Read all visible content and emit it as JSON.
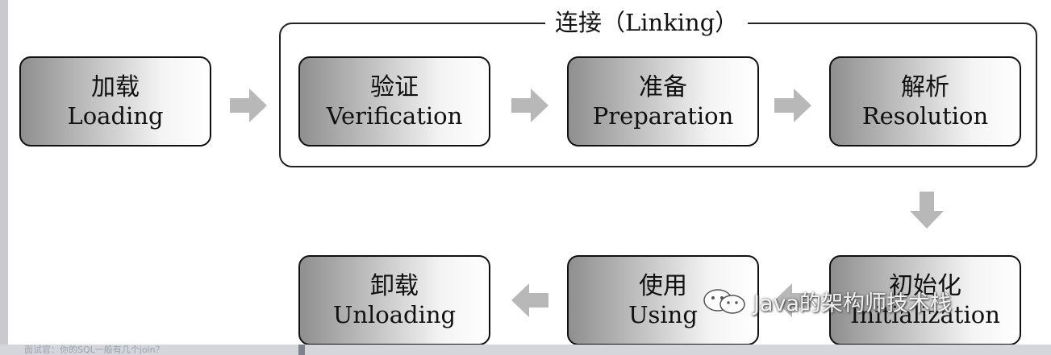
{
  "linking_group": {
    "title": "连接（Linking）"
  },
  "stages": {
    "loading": {
      "zh": "加载",
      "en": "Loading"
    },
    "verification": {
      "zh": "验证",
      "en": "Verification"
    },
    "preparation": {
      "zh": "准备",
      "en": "Preparation"
    },
    "resolution": {
      "zh": "解析",
      "en": "Resolution"
    },
    "initialization": {
      "zh": "初始化",
      "en": "Initialization"
    },
    "using": {
      "zh": "使用",
      "en": "Using"
    },
    "unloading": {
      "zh": "卸载",
      "en": "Unloading"
    }
  },
  "watermark": {
    "text": "Java的架构师技术栈",
    "icon": "wechat-icon"
  },
  "footer": {
    "text": "面试官：你的SQL一般有几个join？"
  },
  "colors": {
    "arrow": "#b8b8b8",
    "border": "#111111",
    "frame_background": "#ffffff"
  }
}
